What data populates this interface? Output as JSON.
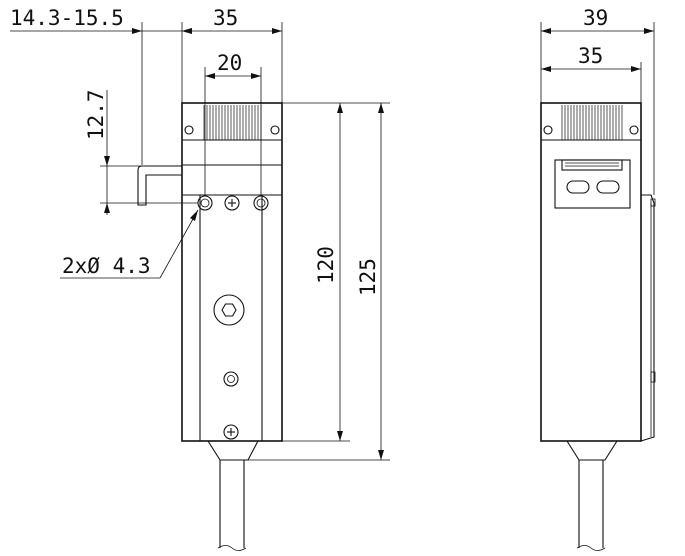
{
  "front_view": {
    "dim_pin_offset": "14.3-15.5",
    "dim_width": "35",
    "dim_hole_spacing": "20",
    "dim_pin_height": "12.7",
    "dim_holes": "2xØ 4.3",
    "dim_body_height": "120",
    "dim_total_height": "125"
  },
  "side_view": {
    "dim_total_width": "39",
    "dim_body_width": "35"
  }
}
